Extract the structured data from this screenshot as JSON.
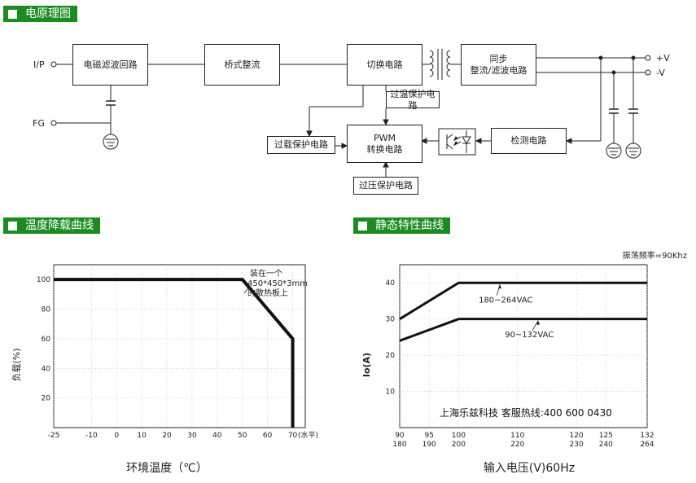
{
  "headers": {
    "schematic": "电原理图",
    "derating": "温度降载曲线",
    "static": "静态特性曲线"
  },
  "schematic": {
    "inputs": {
      "ip": "I/P",
      "fg": "FG"
    },
    "outputs": {
      "pos": "+V",
      "neg": "-V"
    },
    "blocks": {
      "emi": "电磁滤波回路",
      "bridge": "桥式整流",
      "switch": "切换电路",
      "sync_line1": "同步",
      "sync_line2": "整流/滤波电路",
      "otp": "过温保护电路",
      "olp": "过载保护电路",
      "pwm_line1": "PWM",
      "pwm_line2": "转换电路",
      "detect": "检测电路",
      "ovp": "过压保护电路"
    }
  },
  "derating_chart": {
    "type": "line",
    "xlabel": "环境温度（℃）",
    "ylabel": "负载(%)",
    "x_suffix": "(水平)",
    "xticks": [
      "-25",
      "-10",
      "0",
      "10",
      "20",
      "30",
      "40",
      "50",
      "60",
      "70"
    ],
    "yticks": [
      "20",
      "40",
      "60",
      "80",
      "100"
    ],
    "note": [
      "装在一个",
      "450*450*3mm",
      "的散热板上"
    ]
  },
  "static_chart": {
    "type": "line",
    "freq_note": "振荡频率=90Khz",
    "ylabel": "Io(A)",
    "xlabel": "输入电压(V)60Hz",
    "yticks": [
      "10",
      "20",
      "30",
      "40"
    ],
    "xticks_top": [
      "90",
      "95",
      "100",
      "110",
      "120",
      "125",
      "132"
    ],
    "xticks_bottom": [
      "180",
      "190",
      "200",
      "220",
      "230",
      "240",
      "264"
    ],
    "watermark": "上海乐兹科技 客服热线:400 600 0430"
  },
  "chart_data": [
    {
      "type": "line",
      "xlabel": "环境温度（℃）",
      "ylabel": "负载(%)",
      "xlim": [
        -25,
        75
      ],
      "ylim": [
        0,
        110
      ],
      "series": [
        {
          "x": [
            -25,
            50,
            70,
            70
          ],
          "y": [
            100,
            100,
            60,
            0
          ]
        }
      ]
    },
    {
      "type": "line",
      "xlabel": "输入电压(V)60Hz",
      "ylabel": "Io(A)",
      "xlim": [
        90,
        132
      ],
      "ylim": [
        0,
        45
      ],
      "series": [
        {
          "name": "180~264VAC",
          "x": [
            90,
            100,
            132
          ],
          "y": [
            30,
            40,
            40
          ]
        },
        {
          "name": "90~132VAC",
          "x": [
            90,
            100,
            132
          ],
          "y": [
            24,
            30,
            30
          ]
        }
      ]
    }
  ]
}
